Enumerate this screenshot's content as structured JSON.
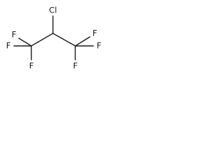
{
  "molecule": {
    "atoms": {
      "cl": "Cl",
      "f1": "F",
      "f2": "F",
      "f3": "F",
      "f4": "F",
      "f5": "F",
      "f6": "F"
    }
  }
}
